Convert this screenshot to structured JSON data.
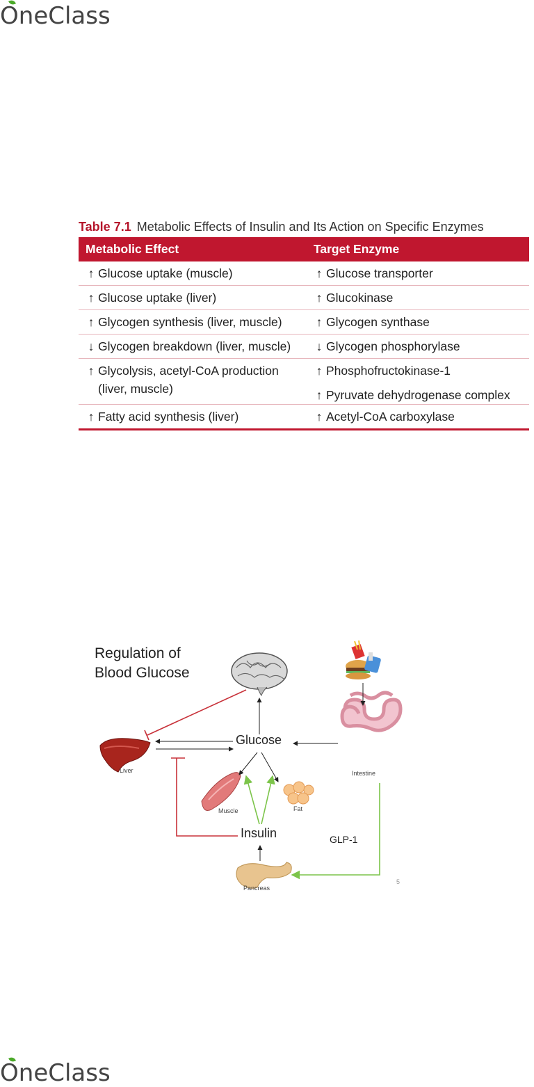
{
  "logo": {
    "text_rest": "neClass",
    "text_first": "O"
  },
  "table": {
    "number": "Table 7.1",
    "title": "Metabolic Effects of Insulin and Its Action on Specific Enzymes",
    "headers": [
      "Metabolic Effect",
      "Target Enzyme"
    ],
    "rows": [
      {
        "effect_arrow": "↑",
        "effect": "Glucose uptake (muscle)",
        "enzyme_arrow": "↑",
        "enzyme": "Glucose transporter"
      },
      {
        "effect_arrow": "↑",
        "effect": "Glucose uptake (liver)",
        "enzyme_arrow": "↑",
        "enzyme": "Glucokinase"
      },
      {
        "effect_arrow": "↑",
        "effect": "Glycogen synthesis (liver, muscle)",
        "enzyme_arrow": "↑",
        "enzyme": "Glycogen synthase"
      },
      {
        "effect_arrow": "↓",
        "effect": "Glycogen breakdown (liver, muscle)",
        "enzyme_arrow": "↓",
        "enzyme": "Glycogen phosphorylase"
      },
      {
        "effect_arrow": "↑",
        "effect": "Glycolysis, acetyl-CoA production",
        "effect_line2": "(liver, muscle)",
        "enzyme_arrow": "↑",
        "enzyme": "Phosphofructokinase-1",
        "enzyme2_arrow": "↑",
        "enzyme2": "Pyruvate dehydrogenase complex"
      },
      {
        "effect_arrow": "↑",
        "effect": "Fatty acid synthesis (liver)",
        "enzyme_arrow": "↑",
        "enzyme": "Acetyl-CoA carboxylase"
      }
    ]
  },
  "diagram": {
    "title_line1": "Regulation of",
    "title_line2": "Blood Glucose",
    "glucose": "Glucose",
    "insulin": "Insulin",
    "glp1": "GLP-1",
    "liver": "Liver",
    "intestine": "Intestine",
    "muscle": "Muscle",
    "fat": "Fat",
    "pancreas": "Pancreas",
    "page_num": "5",
    "colors": {
      "red": "#c8323a",
      "green": "#7cc44a",
      "black": "#222222"
    }
  }
}
